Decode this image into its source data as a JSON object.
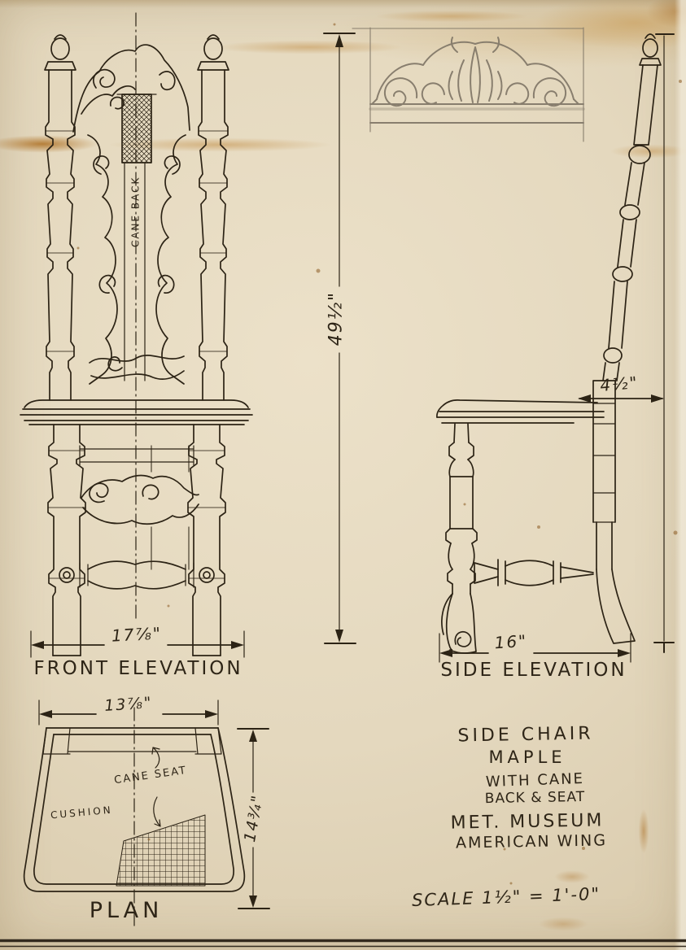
{
  "drawing": {
    "views": {
      "front_elevation": {
        "label": "FRONT ELEVATION",
        "width_dim": "17⅞\"",
        "height_dim": "49½\"",
        "cane_back_note": "CANE BACK"
      },
      "side_elevation": {
        "label": "SIDE ELEVATION",
        "depth_dim": "16\"",
        "seat_offset_dim": "4½\""
      },
      "plan": {
        "label": "PLAN",
        "width_dim": "13⅞\"",
        "depth_dim": "14¾\"",
        "cushion_note": "CUSHION",
        "cane_seat_note": "CANE SEAT"
      }
    },
    "title_block": {
      "line1": "SIDE CHAIR",
      "line2": "MAPLE",
      "line3": "WITH CANE",
      "line4": "BACK & SEAT",
      "line5": "MET. MUSEUM",
      "line6": "AMERICAN WING"
    },
    "scale_note": "SCALE 1½\" = 1'-0\"",
    "colors": {
      "paper": "#e3d6bc",
      "ink": "#2c2315",
      "pencil": "#847a6a",
      "stain": "#b97f2e"
    }
  }
}
